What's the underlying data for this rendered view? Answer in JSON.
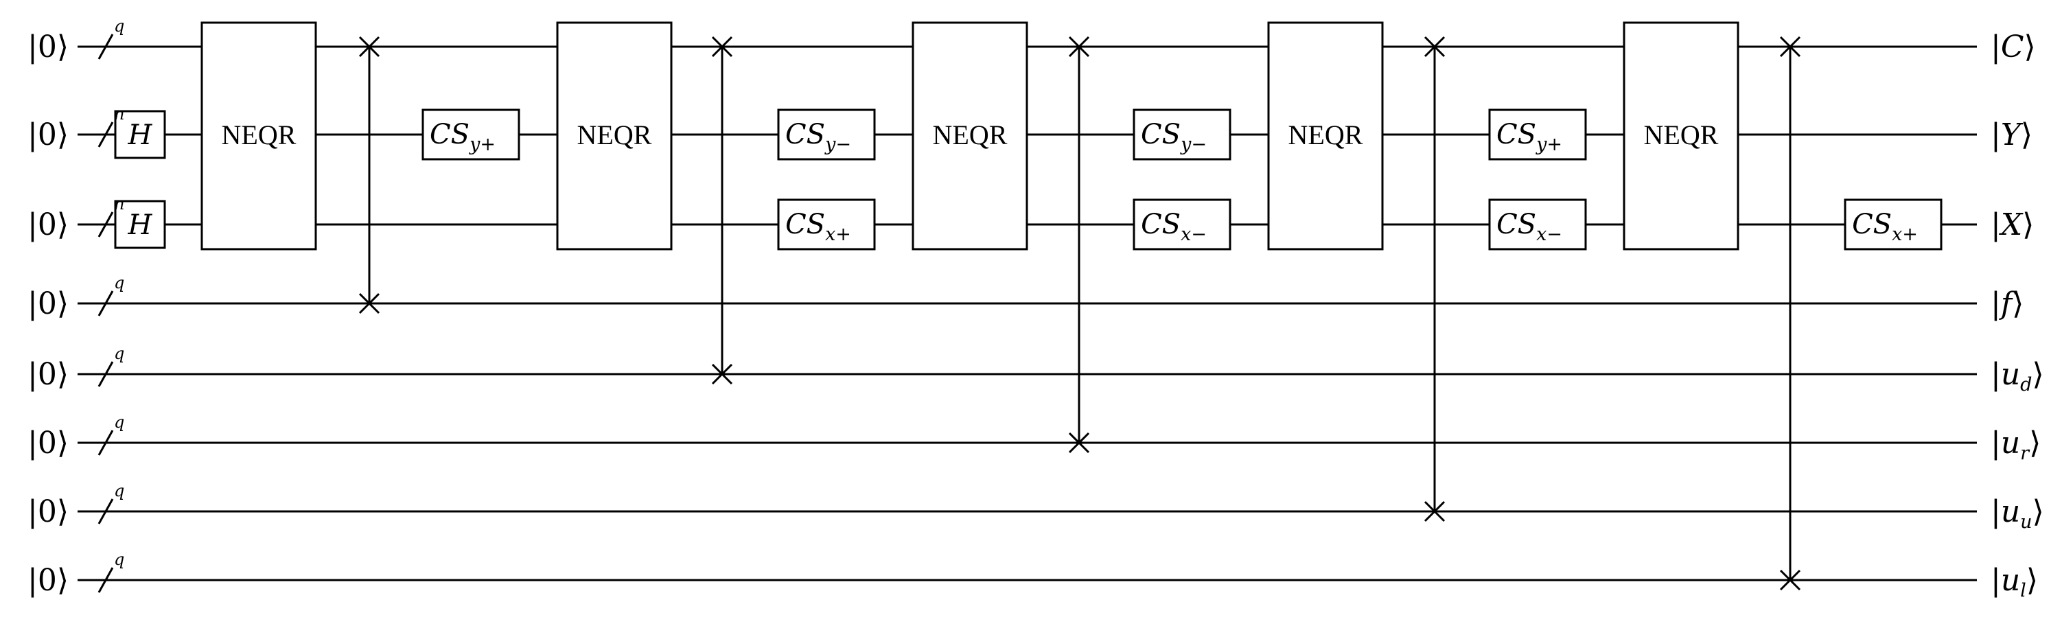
{
  "inputs": [
    "|0⟩",
    "|0⟩",
    "|0⟩",
    "|0⟩",
    "|0⟩",
    "|0⟩",
    "|0⟩",
    "|0⟩"
  ],
  "outputs": [
    {
      "open": "|",
      "main": "C",
      "sub": "",
      "close": "⟩"
    },
    {
      "open": "|",
      "main": "Y",
      "sub": "",
      "close": "⟩"
    },
    {
      "open": "|",
      "main": "X",
      "sub": "",
      "close": "⟩"
    },
    {
      "open": "|",
      "main": "f",
      "sub": "",
      "close": "⟩"
    },
    {
      "open": "|",
      "main": "u",
      "sub": "d",
      "close": "⟩"
    },
    {
      "open": "|",
      "main": "u",
      "sub": "r",
      "close": "⟩"
    },
    {
      "open": "|",
      "main": "u",
      "sub": "u",
      "close": "⟩"
    },
    {
      "open": "|",
      "main": "u",
      "sub": "l",
      "close": "⟩"
    }
  ],
  "bundle_labels": [
    "q",
    "n",
    "n",
    "q",
    "q",
    "q",
    "q",
    "q"
  ],
  "hadamard_label": "H",
  "neqr_label": "NEQR",
  "cs_blocks": [
    [
      {
        "main": "CS",
        "sub": "y+",
        "wire": 1
      }
    ],
    [
      {
        "main": "CS",
        "sub": "y−",
        "wire": 1
      },
      {
        "main": "CS",
        "sub": "x+",
        "wire": 2
      }
    ],
    [
      {
        "main": "CS",
        "sub": "y−",
        "wire": 1
      },
      {
        "main": "CS",
        "sub": "x−",
        "wire": 2
      }
    ],
    [
      {
        "main": "CS",
        "sub": "y+",
        "wire": 1
      },
      {
        "main": "CS",
        "sub": "x−",
        "wire": 2
      }
    ],
    [
      {
        "main": "CS",
        "sub": "x+",
        "wire": 2
      }
    ]
  ],
  "swaps": [
    {
      "from_wire": 0,
      "to_wire": 3
    },
    {
      "from_wire": 0,
      "to_wire": 4
    },
    {
      "from_wire": 0,
      "to_wire": 5
    },
    {
      "from_wire": 0,
      "to_wire": 6
    },
    {
      "from_wire": 0,
      "to_wire": 7
    }
  ]
}
